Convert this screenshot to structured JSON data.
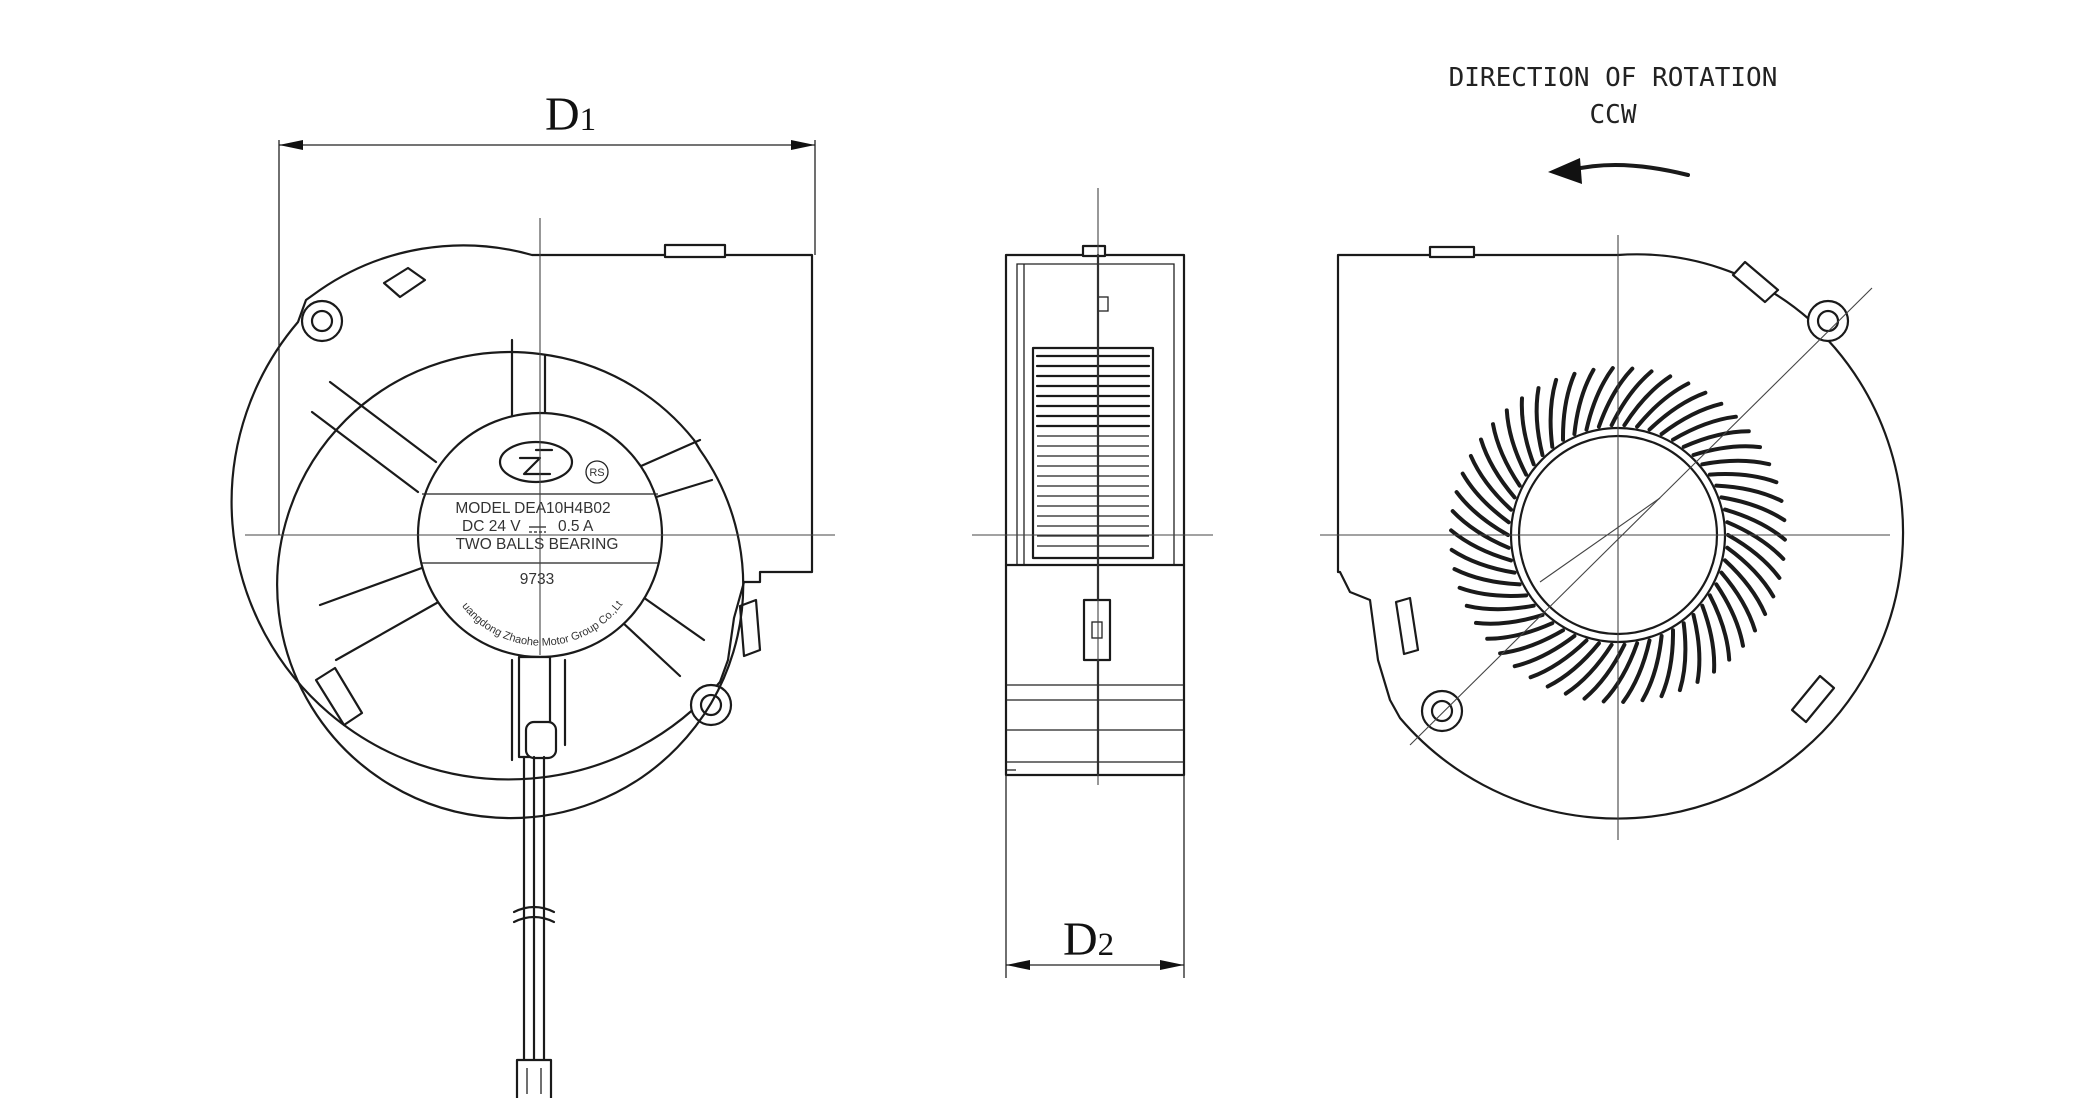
{
  "dimensions": {
    "d1": {
      "letter": "D",
      "subscript": "1"
    },
    "d2": {
      "letter": "D",
      "subscript": "2"
    }
  },
  "rotation": {
    "heading": "DIRECTION OF ROTATION",
    "value": "CCW"
  },
  "label": {
    "model": "MODEL DEA10H4B02",
    "rating_voltage": "DC 24 V",
    "rating_current": "0.5 A",
    "bearing": "TWO BALLS BEARING",
    "code": "9733",
    "maker": "Guangdong Zhaohe Motor Group Co.,Ltd",
    "cert_mark": "RS"
  },
  "colors": {
    "line": "#1a1a1a",
    "background": "#ffffff"
  }
}
